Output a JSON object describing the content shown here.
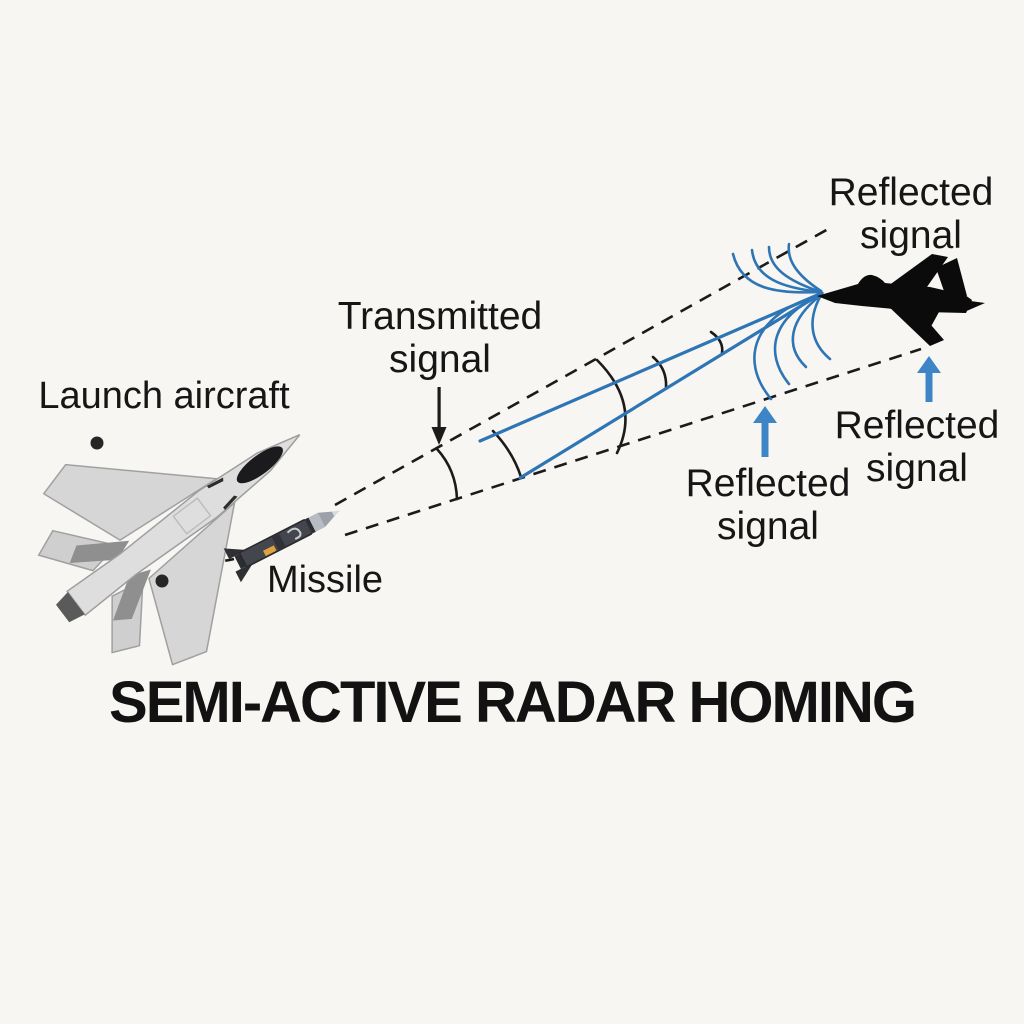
{
  "title": {
    "text": "SEMI-ACTIVE RADAR HOMING"
  },
  "labels": {
    "launch_aircraft": "Launch aircraft",
    "missile": "Missile",
    "transmitted_signal": "Transmitted signal",
    "reflected_signal_top": "Reflected signal",
    "reflected_signal_middle": "Reflected signal",
    "reflected_signal_right": "Reflected signal"
  },
  "colors": {
    "background": "#f8f6f2",
    "ink": "#1b1b1b",
    "signal_blue": "#2e75b6",
    "arrow_blue": "#3d85c6",
    "target_silhouette": "#0b0b0b",
    "launch_aircraft_gray": "#dedede"
  }
}
